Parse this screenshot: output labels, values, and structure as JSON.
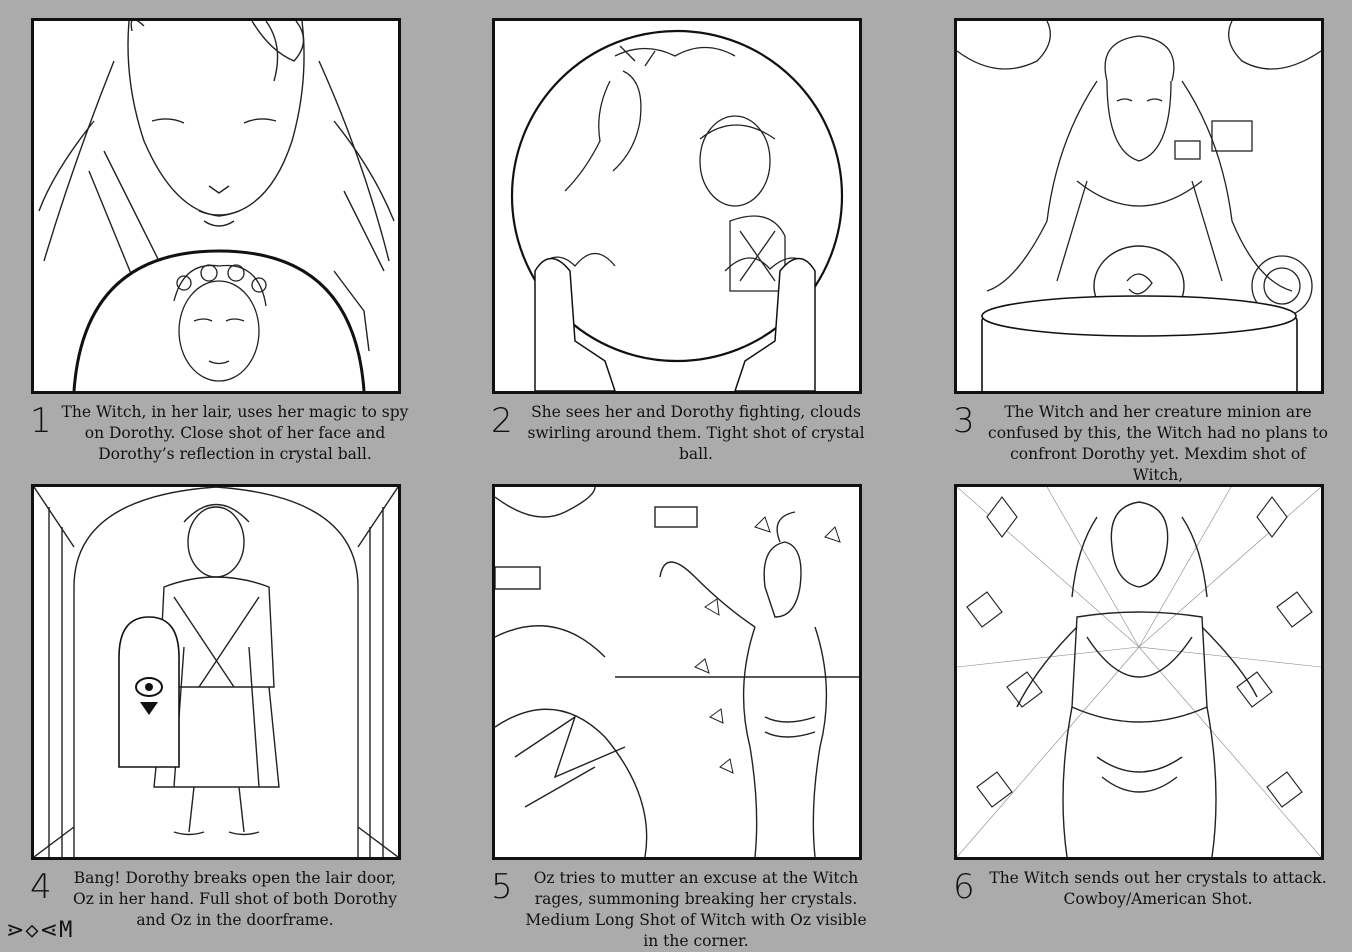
{
  "panels": [
    {
      "number": "1",
      "caption": "The Witch, in her lair, uses her magic to spy on Dorothy. Close shot of her face and Dorothy’s reflection in crystal ball."
    },
    {
      "number": "2",
      "caption": "She sees her and Dorothy fighting, clouds swirling around them. Tight shot of crystal ball."
    },
    {
      "number": "3",
      "caption": "The Witch and her creature minion are confused by this, the Witch had no plans to confront Dorothy yet. Mexdim shot of Witch,"
    },
    {
      "number": "4",
      "caption": "Bang! Dorothy breaks open the lair door, Oz in her hand. Full shot of both Dorothy and Oz in the doorframe."
    },
    {
      "number": "5",
      "caption": "Oz tries to mutter an excuse at the Witch rages, summoning breaking her crystals. Medium Long Shot of Witch with Oz visible in the corner."
    },
    {
      "number": "6",
      "caption": "The Witch sends out her crystals to attack. Cowboy/American Shot."
    }
  ],
  "logo": "⋗◇⋖M"
}
